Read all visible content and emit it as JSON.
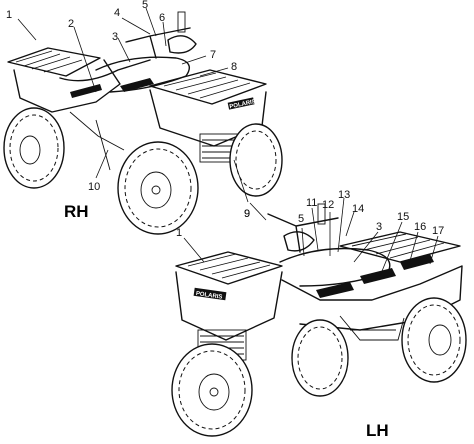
{
  "views": {
    "rh": {
      "label": "RH",
      "callouts": [
        "1",
        "2",
        "3",
        "4",
        "5",
        "6",
        "7",
        "8",
        "9",
        "10"
      ]
    },
    "lh": {
      "label": "LH",
      "callouts": [
        "1",
        "3",
        "5",
        "9",
        "11",
        "12",
        "13",
        "14",
        "15",
        "16",
        "17"
      ]
    }
  },
  "decals": {
    "brand": "POLARIS"
  },
  "colors": {
    "ink": "#111111",
    "background": "#ffffff"
  }
}
